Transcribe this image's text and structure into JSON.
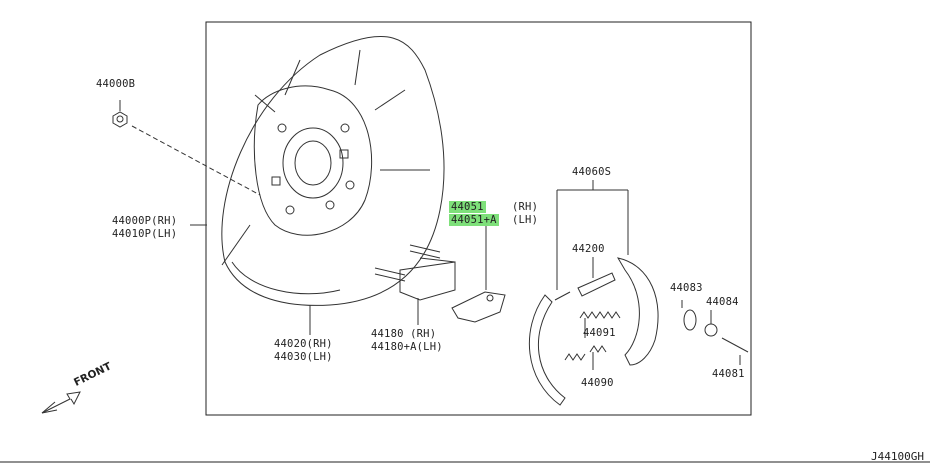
{
  "labels": {
    "p44000b": "44000B",
    "p44000p": "44000P(RH)",
    "p44010p": "44010P(LH)",
    "p44020": "44020(RH)",
    "p44030": "44030(LH)",
    "p44180": "44180   (RH)",
    "p44180a": "44180+A(LH)",
    "p44051": "44051",
    "p44051_rh": "(RH)",
    "p44051a": "44051+A",
    "p44051a_lh": "(LH)",
    "p44060s": "44060S",
    "p44200": "44200",
    "p44083": "44083",
    "p44084": "44084",
    "p44091": "44091",
    "p44090": "44090",
    "p44081": "44081",
    "front": "FRONT"
  },
  "diagram_code": "J44100GH",
  "colors": {
    "highlight": "#7ee07a",
    "line": "#222222"
  }
}
